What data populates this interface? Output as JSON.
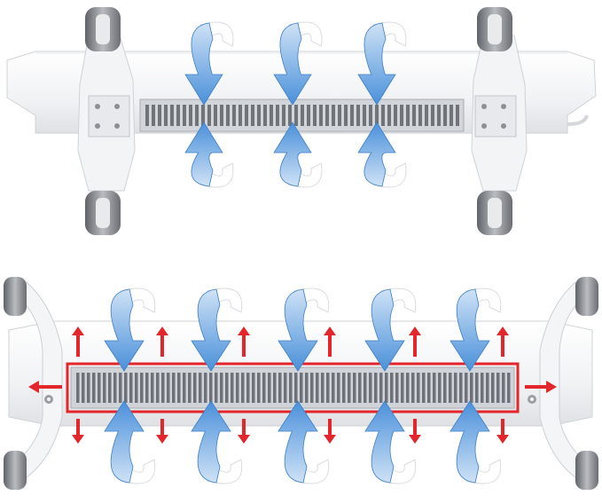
{
  "colors": {
    "background": "#ffffff",
    "body": "#f4f5f6",
    "body_edge": "#d7d9dc",
    "grille": "#c9ccd0",
    "grille_slot": "#6e7278",
    "wheel_dark": "#6d7074",
    "wheel_light": "#b6b9bd",
    "airflow_arrow": "#5b9ede",
    "airflow_arrow_light": "#cfe2f6",
    "heat_arrow": "#e3262b",
    "highlight_frame": "#e3262b"
  },
  "icons": {
    "airflow": "curved-airflow-arrow-icon",
    "heat": "double-headed-heat-arrow-icon",
    "wheel": "caster-wheel-icon"
  },
  "panels": [
    {
      "name": "top-heater",
      "airflow_arrow_pairs": 3,
      "highlighted_grille": false
    },
    {
      "name": "bottom-heater",
      "airflow_arrow_pairs": 5,
      "highlighted_grille": true
    }
  ]
}
